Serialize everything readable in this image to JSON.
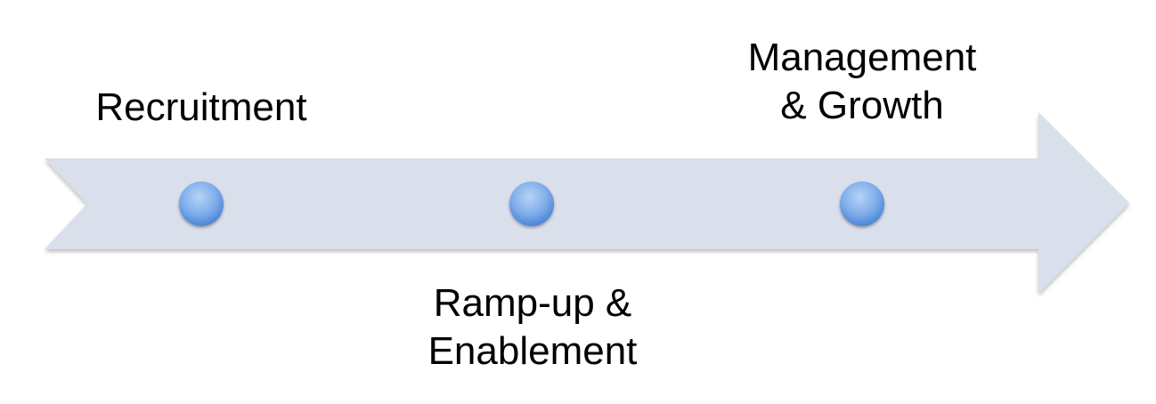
{
  "diagram": {
    "type": "timeline-arrow",
    "arrow_color": "#d9dfeb",
    "arrow_shadow_color": "#b8bfcc",
    "marker_color_light": "#a9c8f2",
    "marker_color_dark": "#4a86d8",
    "stages": [
      {
        "lines": [
          "Recruitment"
        ]
      },
      {
        "lines": [
          "Ramp-up &",
          "Enablement"
        ]
      },
      {
        "lines": [
          "Management",
          "& Growth"
        ]
      }
    ]
  }
}
